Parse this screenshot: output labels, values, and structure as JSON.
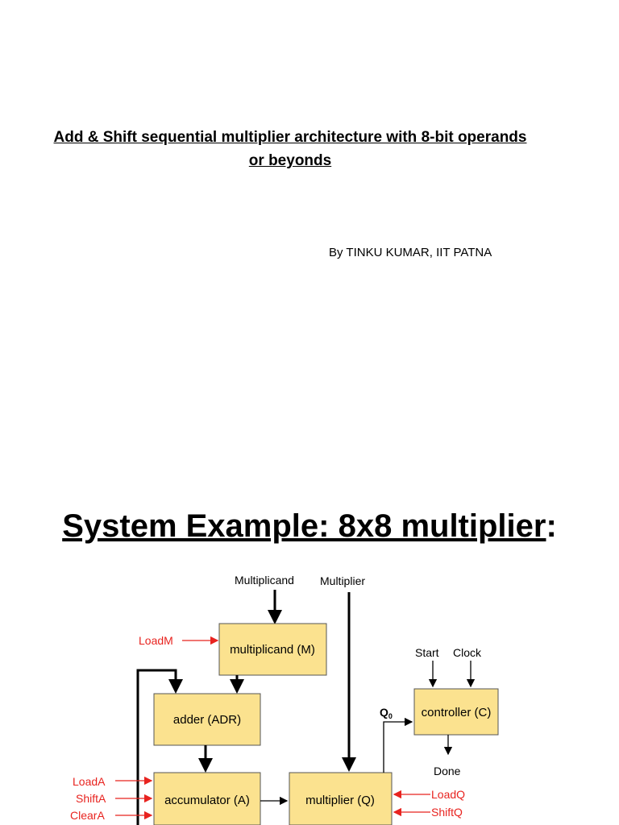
{
  "title_block": {
    "line1": "Add & Shift sequential multiplier architecture with 8-bit operands",
    "line2": "or beyonds",
    "byline": "By TINKU KUMAR, IIT PATNA"
  },
  "section": {
    "heading": "System Example: 8x8 multiplier",
    "heading_suffix": ":"
  },
  "diagram": {
    "inputs": {
      "multiplicand": "Multiplicand",
      "multiplier": "Multiplier",
      "start": "Start",
      "clock": "Clock"
    },
    "blocks": {
      "multiplicand_reg": "multiplicand (M)",
      "adder": "adder (ADR)",
      "accumulator": "accumulator (A)",
      "multiplier_reg": "multiplier (Q)",
      "controller": "controller (C)"
    },
    "signals": {
      "load_m": "LoadM",
      "load_a": "LoadA",
      "shift_a": "ShiftA",
      "clear_a": "ClearA",
      "load_q": "LoadQ",
      "shift_q": "ShiftQ",
      "q0": "Q",
      "q0_sub": "0",
      "done": "Done"
    },
    "colors": {
      "block_fill": "#fbe28f",
      "block_stroke": "#555555",
      "control_signal": "#e8231f",
      "wire": "#000000"
    }
  }
}
